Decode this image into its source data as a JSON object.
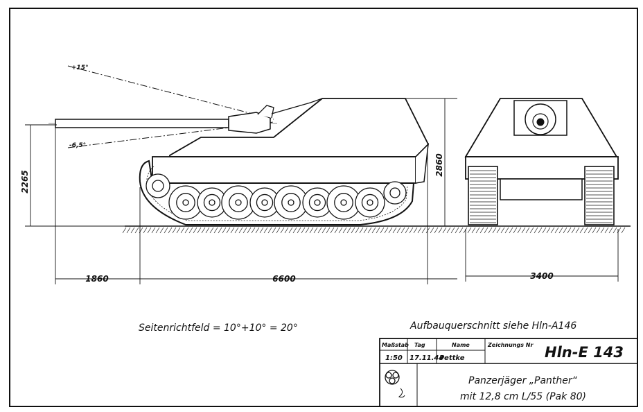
{
  "dimensions": {
    "height_left": "2265",
    "height_right": "2860",
    "overhang": "1860",
    "hull_length": "6600",
    "width": "3400"
  },
  "angles": {
    "elevation": "+15°",
    "depression": "-6,5°"
  },
  "notes": {
    "traverse": "Seitenrichtfeld = 10°+10° = 20°",
    "section_ref": "Aufbauquerschnitt siehe Hln-A146"
  },
  "title_block": {
    "scale_label": "Maßstab",
    "scale_value": "1:50",
    "date_label": "Tag",
    "date_value": "17.11.44",
    "name_label": "Name",
    "name_value": "Pettke",
    "drawing_no_label": "Zeichnungs Nr",
    "drawing_no": "Hln-E 143",
    "title_line1": "Panzerjäger „Panther“",
    "title_line2": "mit 12,8 cm L/55 (Pak 80)"
  }
}
